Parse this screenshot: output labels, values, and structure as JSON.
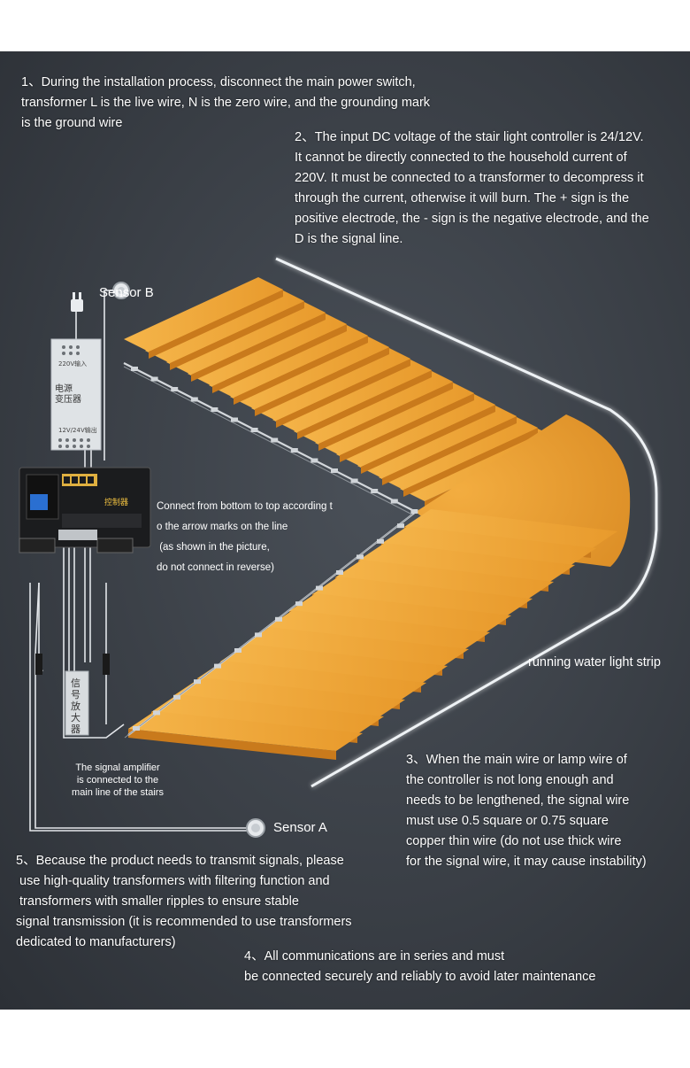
{
  "notes": {
    "n1": [
      "1、During the installation process, disconnect the main power switch,",
      "transformer L is the live wire, N is the zero wire, and the grounding mark",
      "is the ground wire"
    ],
    "n2": [
      "2、The input DC voltage of the stair light controller is 24/12V.",
      "It cannot be directly connected to the household current of",
      "220V. It must be connected to a transformer to decompress it",
      "through the current, otherwise it will burn. The + sign is the",
      "positive electrode, the - sign is the negative electrode, and the",
      "D is the signal line."
    ],
    "n3": [
      "3、When the main wire or lamp wire of",
      "the controller is not long enough and",
      "needs to be lengthened, the signal wire",
      "must use 0.5 square or 0.75 square",
      "copper thin wire (do not use thick wire",
      "for the signal wire, it may cause instability)"
    ],
    "n4": [
      "4、All communications are in series and must",
      "be connected securely and reliably to avoid later maintenance"
    ],
    "n5": [
      "5、Because the product needs to transmit signals, please",
      " use high-quality transformers with filtering function and",
      " transformers with smaller ripples to ensure stable",
      "signal transmission (it is recommended to use transformers",
      "dedicated to manufacturers)"
    ]
  },
  "labels": {
    "sensor_b": "Sensor B",
    "sensor_a": "Sensor A",
    "strip": "running water light strip",
    "connect": [
      "Connect from bottom to top according t",
      "o the arrow marks on the line",
      " (as shown in the picture,",
      "do not connect in reverse)"
    ],
    "amplifier": [
      "The signal amplifier",
      "is connected to the",
      "main line of the stairs"
    ]
  },
  "device_text": {
    "transformer_name": [
      "电源",
      "变压器"
    ],
    "transformer_in": "220V输入",
    "transformer_out": "12V/24V输出",
    "amplifier_name": [
      "信",
      "号",
      "放",
      "大",
      "器"
    ],
    "controller_title": "控制器"
  },
  "colors": {
    "step_top": "#f0aa38",
    "step_front": "#c97a1c",
    "wire": "#d9dde2",
    "led_strip": "#e8ecf0"
  }
}
